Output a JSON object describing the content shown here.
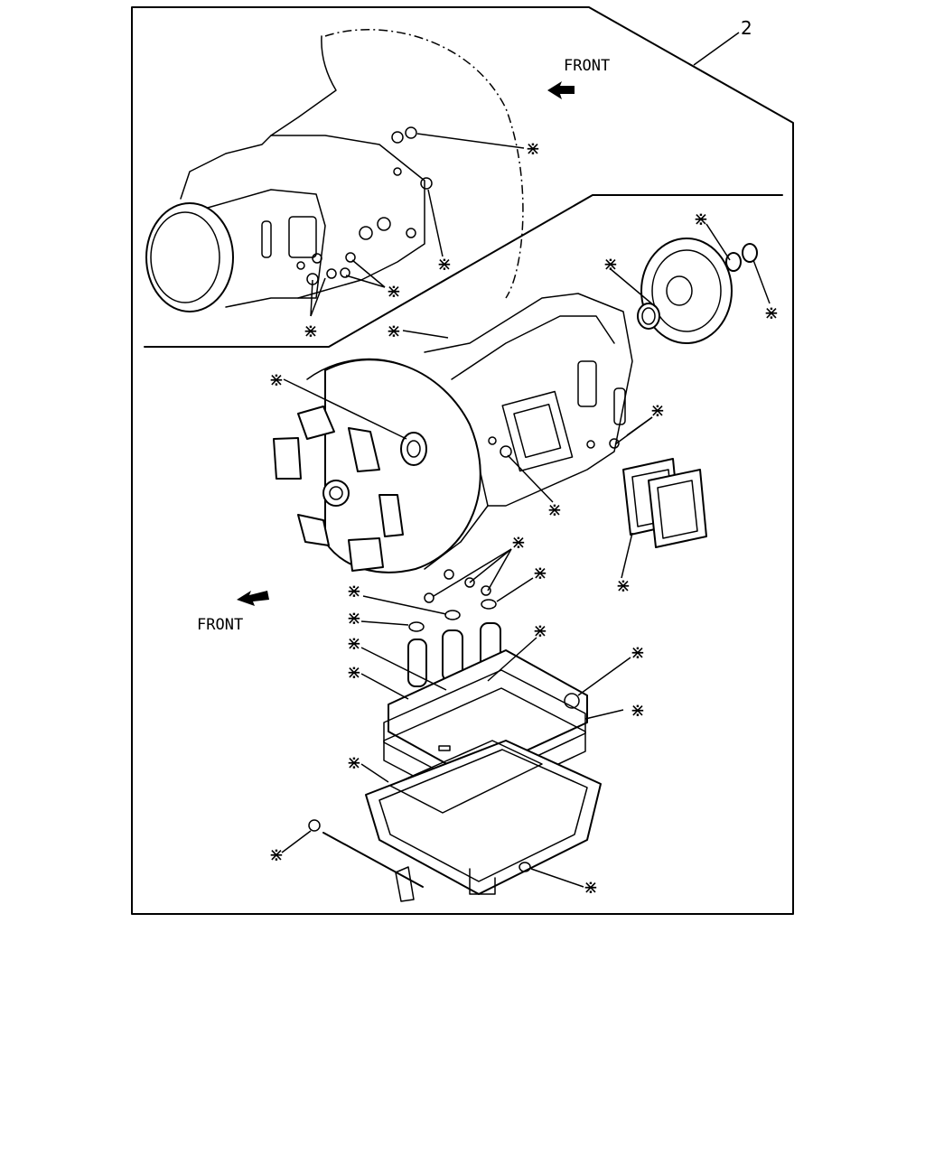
{
  "callout_number": "2",
  "front_label_top": "FRONT",
  "front_label_bottom": "FRONT",
  "asterisk": "⋇",
  "colors": {
    "line": "#000000",
    "background": "#ffffff"
  },
  "icons": {
    "front_arrow": "front-arrow-icon",
    "kit_mark": "asterisk-icon"
  }
}
